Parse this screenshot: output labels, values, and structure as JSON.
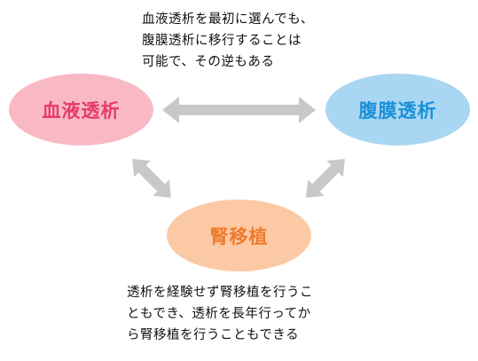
{
  "nodes": {
    "hemodialysis": "血液透析",
    "peritoneal_dialysis": "腹膜透析",
    "kidney_transplant": "腎移植"
  },
  "notes": {
    "top": [
      "血液透析を最初に選んでも、",
      "腹膜透析に移行することは",
      "可能で、その逆もある"
    ],
    "bottom": [
      "透析を経験せず腎移植を行うこ",
      "ともでき、透析を長年行ってか",
      "ら腎移植を行うこともできる"
    ]
  },
  "colors": {
    "arrow": "#c8c8c8",
    "hemodialysis_fill": "#f8b9c5",
    "hemodialysis_text": "#e8396b",
    "peritoneal_fill": "#a8d6f3",
    "peritoneal_text": "#1a8fd6",
    "transplant_fill": "#fbc9a4",
    "transplant_text": "#ef7a2a"
  }
}
